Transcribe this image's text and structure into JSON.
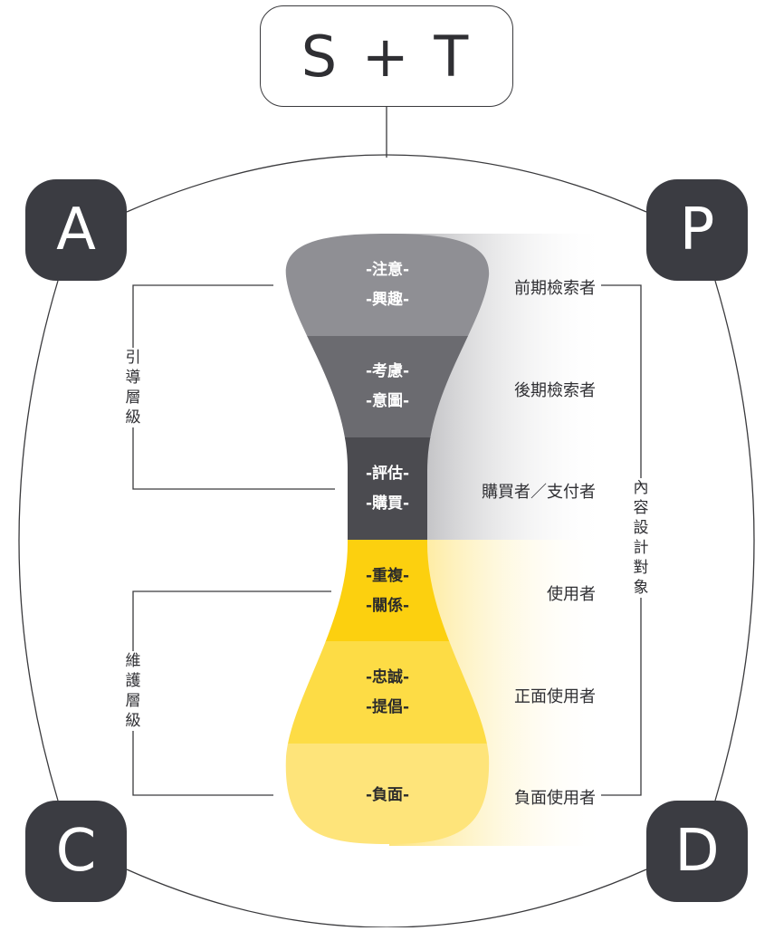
{
  "header": {
    "title": "S + T"
  },
  "corners": {
    "a": "A",
    "p": "P",
    "c": "C",
    "d": "D"
  },
  "stages": [
    {
      "line1": "-注意-",
      "line2": "-興趣-"
    },
    {
      "line1": "-考慮-",
      "line2": "-意圖-"
    },
    {
      "line1": "-評估-",
      "line2": "-購買-"
    },
    {
      "line1": "-重複-",
      "line2": "-關係-"
    },
    {
      "line1": "-忠誠-",
      "line2": "-提倡-"
    },
    {
      "line1": "-負面-"
    }
  ],
  "roles": [
    "前期檢索者",
    "後期檢索者",
    "購買者／支付者",
    "使用者",
    "正面使用者",
    "負面使用者"
  ],
  "left_labels": {
    "guide": "引導層級",
    "maintain": "維護層級"
  },
  "right_label": "內容設計對象",
  "colors": {
    "corner_bg": "#3b3c42",
    "band_1": "#8f8f94",
    "band_2": "#6b6b70",
    "band_3": "#4b4b50",
    "band_4": "#fcd00f",
    "band_5": "#fddc45",
    "band_6": "#fee47a"
  }
}
